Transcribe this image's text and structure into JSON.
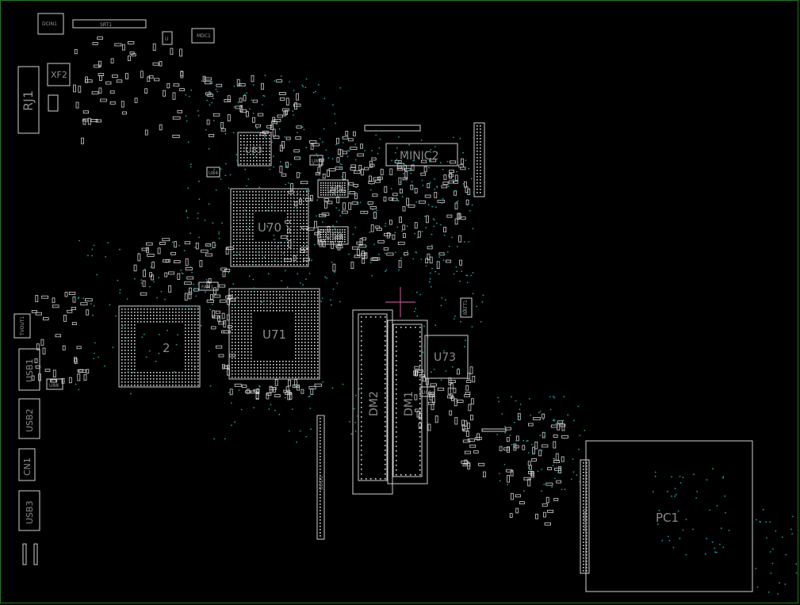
{
  "board": {
    "frame_color": "#1f7a1f",
    "background": "#000000",
    "outline_color": "#cfcfcf",
    "label_color": "#8a8a8a",
    "via_color": "#1aa0a0",
    "cursor_color": "#b0508a"
  },
  "labels": {
    "dcin1": "DCIN1",
    "srt1": "SRT1",
    "mdc1": "MDC1",
    "u": "U",
    "xf2": "XF2",
    "rj1": "RJ1",
    "u83": "U83",
    "u87": "U87",
    "u84": "U84",
    "minic2": "MINIC2",
    "u68": "U68",
    "u69": "U69",
    "u70": "U70",
    "fan1": "FAN1",
    "u71": "U71",
    "u72": "2",
    "tvout1": "TVOUT1",
    "usb1": "USB1",
    "usb2": "USB2",
    "cn1": "CN1",
    "usb3": "USB3",
    "u88": "U88",
    "dm2": "DM2",
    "dm1": "DM1",
    "u73": "U73",
    "u86": "U86",
    "odd1": "ODD1",
    "batt1": "BATT1",
    "dc1": "DC1",
    "sodimm": "SODIMM1",
    "pc1": "PC1"
  }
}
